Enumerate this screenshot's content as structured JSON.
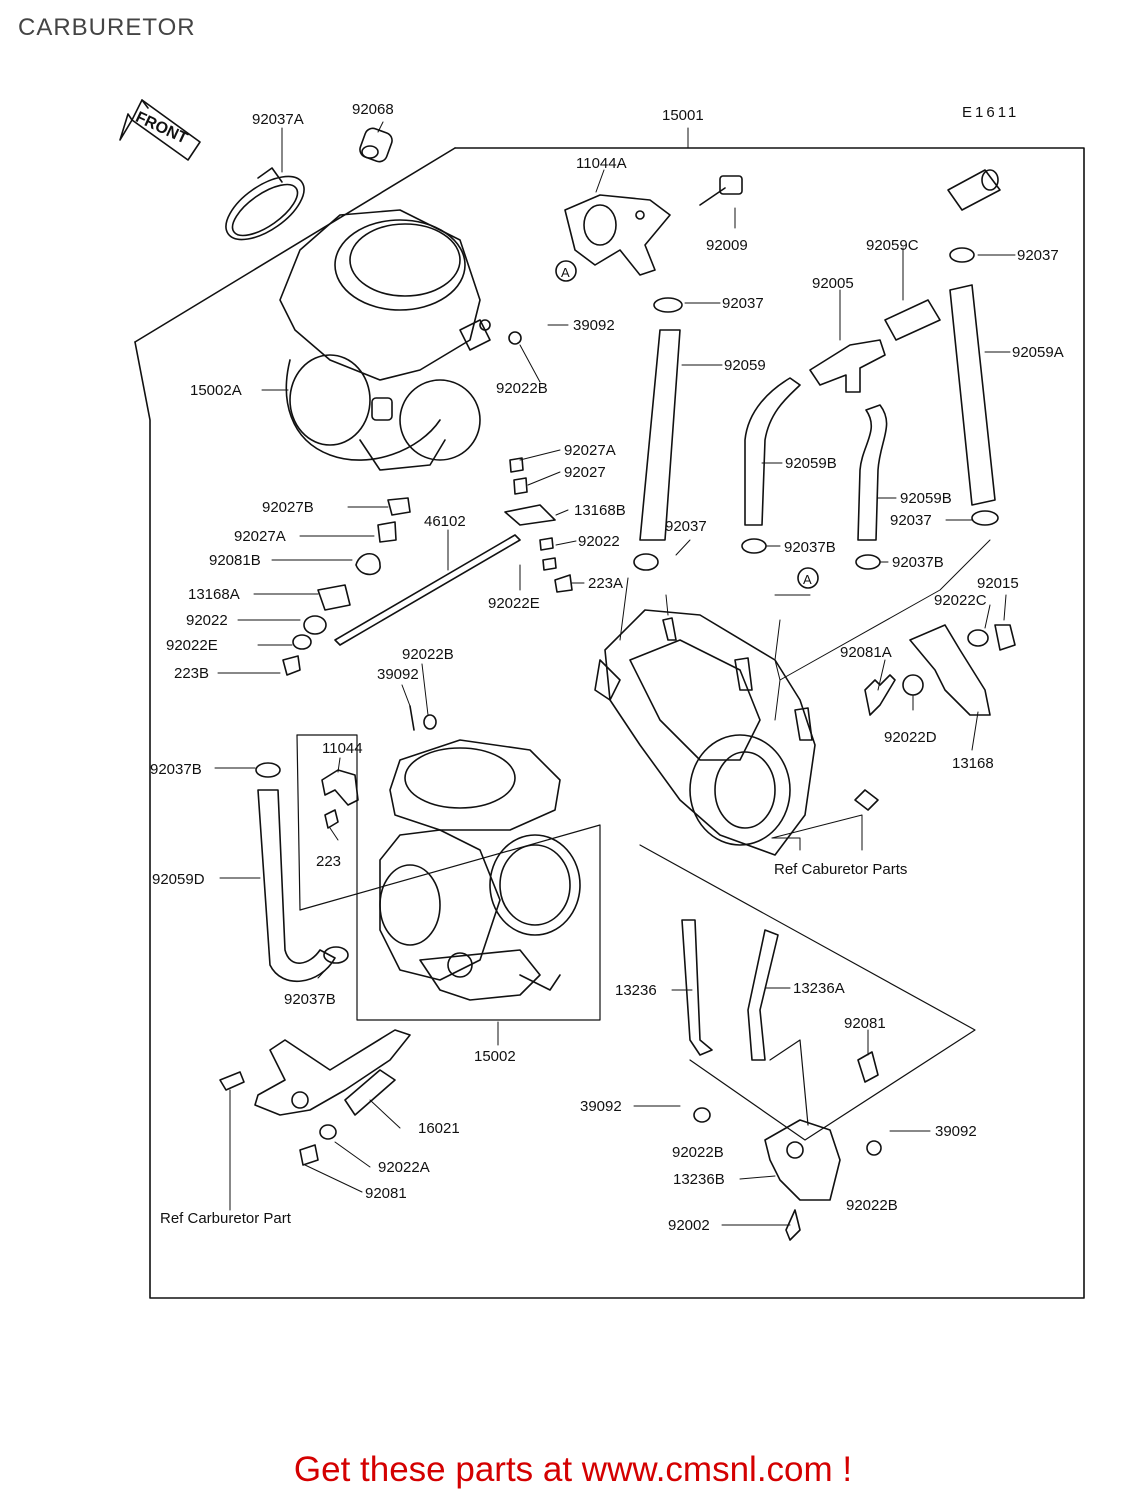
{
  "page": {
    "title": "CARBURETOR",
    "code": "E1611",
    "front_label": "FRONT"
  },
  "labels": {
    "l15001": "15001",
    "l92037A_top": "92037A",
    "l92068": "92068",
    "l11044A": "11044A",
    "l92009": "92009",
    "l92059C": "92059C",
    "l92037_r1": "92037",
    "l92005": "92005",
    "l92037_r2": "92037",
    "l39092_a": "39092",
    "l92059": "92059",
    "l92059A": "92059A",
    "l15002A": "15002A",
    "l92022B_a": "92022B",
    "l92027A_a": "92027A",
    "l92027": "92027",
    "l92059B_a": "92059B",
    "l92059B_b": "92059B",
    "l92027B": "92027B",
    "l13168B": "13168B",
    "l92037_m": "92037",
    "l92037_r3": "92037",
    "l92027A_b": "92027A",
    "l46102": "46102",
    "l92022_a": "92022",
    "l92037B_a": "92037B",
    "l92037B_b": "92037B",
    "l92081B": "92081B",
    "l92022E_a": "92022E",
    "l223A": "223A",
    "l92015": "92015",
    "l92022C": "92022C",
    "l13168A": "13168A",
    "l92022_b": "92022",
    "l92022E_b": "92022E",
    "l223B": "223B",
    "l92022B_b": "92022B",
    "l39092_b": "39092",
    "l92081A": "92081A",
    "l92022D": "92022D",
    "l13168": "13168",
    "l11044": "11044",
    "l92037B_c": "92037B",
    "l223": "223",
    "l92059D": "92059D",
    "l92037B_d": "92037B",
    "l15002": "15002",
    "l13236": "13236",
    "l13236A": "13236A",
    "l92081_a": "92081",
    "l16021": "16021",
    "l92022A": "92022A",
    "l92081_b": "92081",
    "l39092_c": "39092",
    "l39092_d": "39092",
    "l92022B_c": "92022B",
    "l13236B": "13236B",
    "l92022B_d": "92022B",
    "l92002": "92002",
    "ref_parts": "Ref Caburetor Parts",
    "ref_part": "Ref Carburetor Part",
    "marker_a": "A"
  },
  "cta": "Get these parts at www.cmsnl.com !"
}
